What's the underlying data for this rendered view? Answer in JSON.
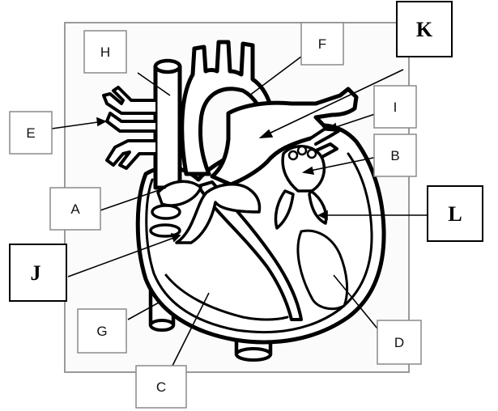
{
  "labels": {
    "A": "A",
    "B": "B",
    "C": "C",
    "D": "D",
    "E": "E",
    "F": "F",
    "G": "G",
    "H": "H",
    "I": "I",
    "J": "J",
    "K": "K",
    "L": "L"
  },
  "colors": {
    "line": "#000000",
    "frame": "#9a9a9a",
    "frame_fill": "#fbfbfb",
    "box_stroke": "#8a8a8a",
    "heart_fill": "#ffffff"
  }
}
